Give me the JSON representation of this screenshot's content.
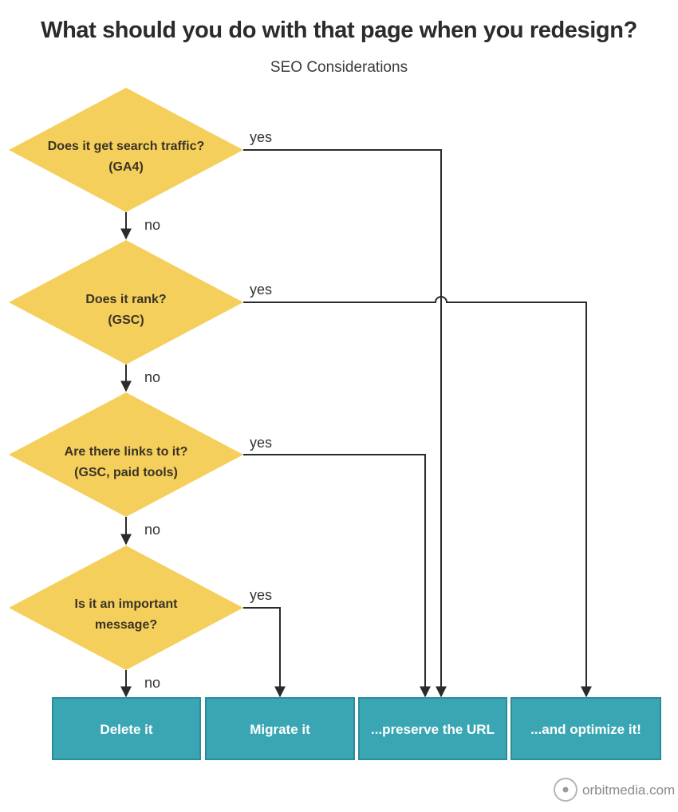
{
  "title": "What should you do with that page when you redesign?",
  "subtitle": "SEO Considerations",
  "questions": [
    {
      "line1": "Does it get search traffic?",
      "line2": "(GA4)"
    },
    {
      "line1": "Does it rank?",
      "line2": "(GSC)"
    },
    {
      "line1": "Are there links to it?",
      "line2": "(GSC, paid tools)"
    },
    {
      "line1": "Is it an important",
      "line2": "message?"
    }
  ],
  "edge_labels": {
    "yes": "yes",
    "no": "no"
  },
  "outcomes": [
    {
      "label": "Delete it"
    },
    {
      "label": "Migrate it"
    },
    {
      "label": "...preserve the URL"
    },
    {
      "label": "...and optimize it!"
    }
  ],
  "brand": {
    "text": "orbitmedia.com"
  },
  "colors": {
    "diamond_fill": "#f5cf5c",
    "box_fill": "#3aa6b3",
    "box_border": "#2c8d99",
    "line": "#2b2b2b"
  }
}
